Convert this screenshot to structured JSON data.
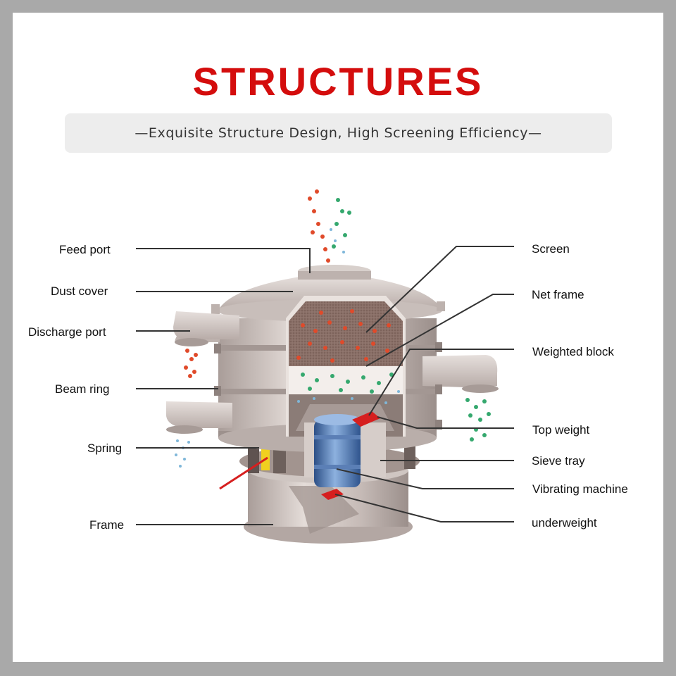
{
  "page": {
    "title": "STRUCTURES",
    "subtitle": "—Exquisite Structure Design, High Screening Efficiency—",
    "colors": {
      "title": "#d40d0d",
      "frame_border": "#a9a9a9",
      "subtitle_bar": "#ededed",
      "steel": "#c9bfbb",
      "screen_mesh": "#7a5e55",
      "motor": "#3f6aa8",
      "weight_red": "#d61f1f",
      "particle_red": "#e04a2a",
      "particle_green": "#35a86e",
      "particle_blue": "#7fb7d9",
      "spring_yellow": "#f0d020"
    }
  },
  "labels": {
    "feed_port": "Feed port",
    "dust_cover": "Dust cover",
    "discharge_port": "Discharge port",
    "beam_ring": "Beam ring",
    "spring": "Spring",
    "frame": "Frame",
    "screen": "Screen",
    "net_frame": "Net frame",
    "weighted_block": "Weighted block",
    "top_weight": "Top weight",
    "sieve_tray": "Sieve tray",
    "vibrating_machine": "Vibrating machine",
    "underweight": "underweight"
  }
}
